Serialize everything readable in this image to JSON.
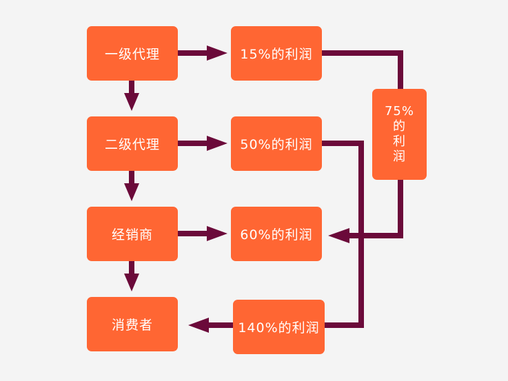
{
  "colors": {
    "box_fill": "#ff6633",
    "connector": "#6b0a3a",
    "background": "#f4f4f4"
  },
  "nodes": {
    "level1_agent": "一级代理",
    "level2_agent": "二级代理",
    "distributor": "经销商",
    "consumer": "消费者",
    "profit_15": "15%的利润",
    "profit_50": "50%的利润",
    "profit_60": "60%的利润",
    "profit_140": "140%的利润",
    "profit_75": [
      "75%",
      "的",
      "利",
      "润"
    ]
  }
}
